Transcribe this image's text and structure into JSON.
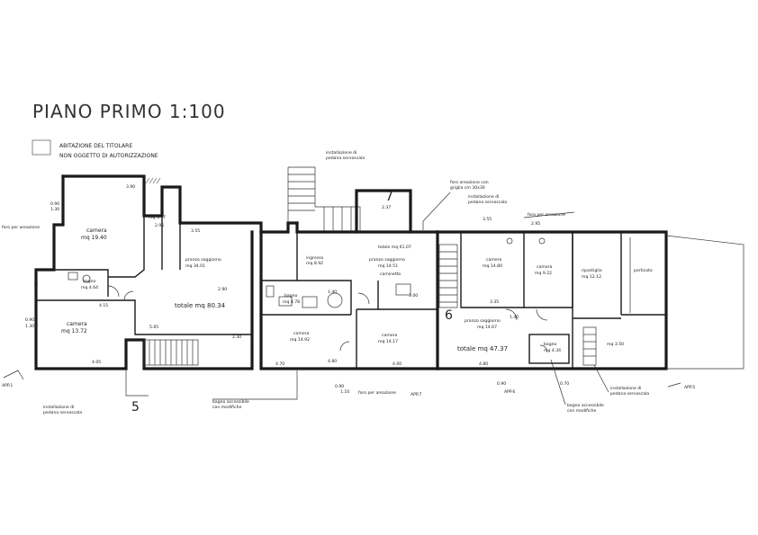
{
  "title": "PIANO PRIMO 1:100",
  "legend": {
    "line1": "ABITAZIONE DEL TITOLARE",
    "line2": "NON OGGETTO DI AUTORIZZAZIONE"
  },
  "rooms": {
    "camera_19": "camera",
    "camera_19_area": "mq 19.40",
    "ripostiglio_area": "mq 3.17",
    "bagno_w": "bagno",
    "bagno_w_area": "mq 4.64",
    "camera_13": "camera",
    "camera_13_area": "mq 13.72",
    "pranzo_34": "pranzo soggiorno",
    "pranzo_34_area": "mq 34.01",
    "totale_1": "totale mq 80.34",
    "ingresso": "ingresso",
    "ingresso_area": "mq 8.92",
    "bagno_2": "bagno",
    "bagno_2_area": "mq 4.78",
    "camera_14_92": "camera",
    "camera_14_92_area": "mq 14.92",
    "pranzo_14_51": "pranzo soggiorno",
    "pranzo_14_51_area": "mq 14.51",
    "caminetto": "caminetto",
    "totale_2": "totale mq 61.07",
    "camera_14_17": "camera",
    "camera_14_17_area": "mq 14.17",
    "camera_14_80": "camera",
    "camera_14_80_area": "mq 14.80",
    "camera_9": "camera",
    "camera_9_area": "mq 9.22",
    "ripostiglio_12": "ripostiglio",
    "ripostiglio_12_area": "mq 12.12",
    "porticato": "porticato",
    "pranzo_14_67": "pranzo soggiorno",
    "pranzo_14_67_area": "mq 14.67",
    "totale_3": "totale mq 47.37",
    "bagno_3": "bagno",
    "bagno_3_area": "mq 4.34",
    "area_3_50": "mq 3.50"
  },
  "annotations": {
    "foro_aerazione_left": "foro per areazione",
    "installazione_top_1": "installazione di",
    "installazione_top_2": "pedana servoscala",
    "foro_griglia_1": "foro areazione con",
    "foro_griglia_2": "griglia cm 30x30",
    "installazione_mid_1": "installazione di",
    "installazione_mid_2": "pedana servoscala",
    "foro_areazione_right": "foro per areazione",
    "installazione_bl_1": "installazione di",
    "installazione_bl_2": "pedana servoscala",
    "bagno_acc_1": "bagno accessibile",
    "bagno_acc_2": "con modifiche",
    "foro_areazione_bottom": "foro per areazione",
    "bagno_acc_r1": "bagno accessibile",
    "bagno_acc_r2": "con modifiche",
    "installazione_r1": "installazione di",
    "installazione_r2": "pedana servoscala"
  },
  "unit_numbers": {
    "u5": "5",
    "u6": "6",
    "u7": "7"
  },
  "apartment_marks": {
    "app1": "APP.1",
    "app5": "APP.5",
    "app6": "APP.6",
    "app7": "APP.7"
  },
  "dimensions": {
    "d_390": "3.90",
    "d_090a": "0.90",
    "d_130a": "1.30",
    "d_317": "3.17",
    "d_355": "3.55",
    "d_090b": "0.90",
    "d_130b": "1.30",
    "d_295": "2.95",
    "d_415": "4.15",
    "d_565": "5.65",
    "d_405": "4.05",
    "d_230": "2.30",
    "d_290": "2.90",
    "d_480a": "4.80",
    "d_470": "4.70",
    "d_090c": "0.90",
    "d_110": "1.10",
    "d_140a": "1.40",
    "d_140b": "1.40",
    "d_335": "3.35",
    "d_480b": "4.80",
    "d_295b": "2.95",
    "d_237": "2.37",
    "d_355b": "3.55",
    "d_300": "3.00",
    "d_400": "4.00",
    "d_070": "0.70"
  }
}
